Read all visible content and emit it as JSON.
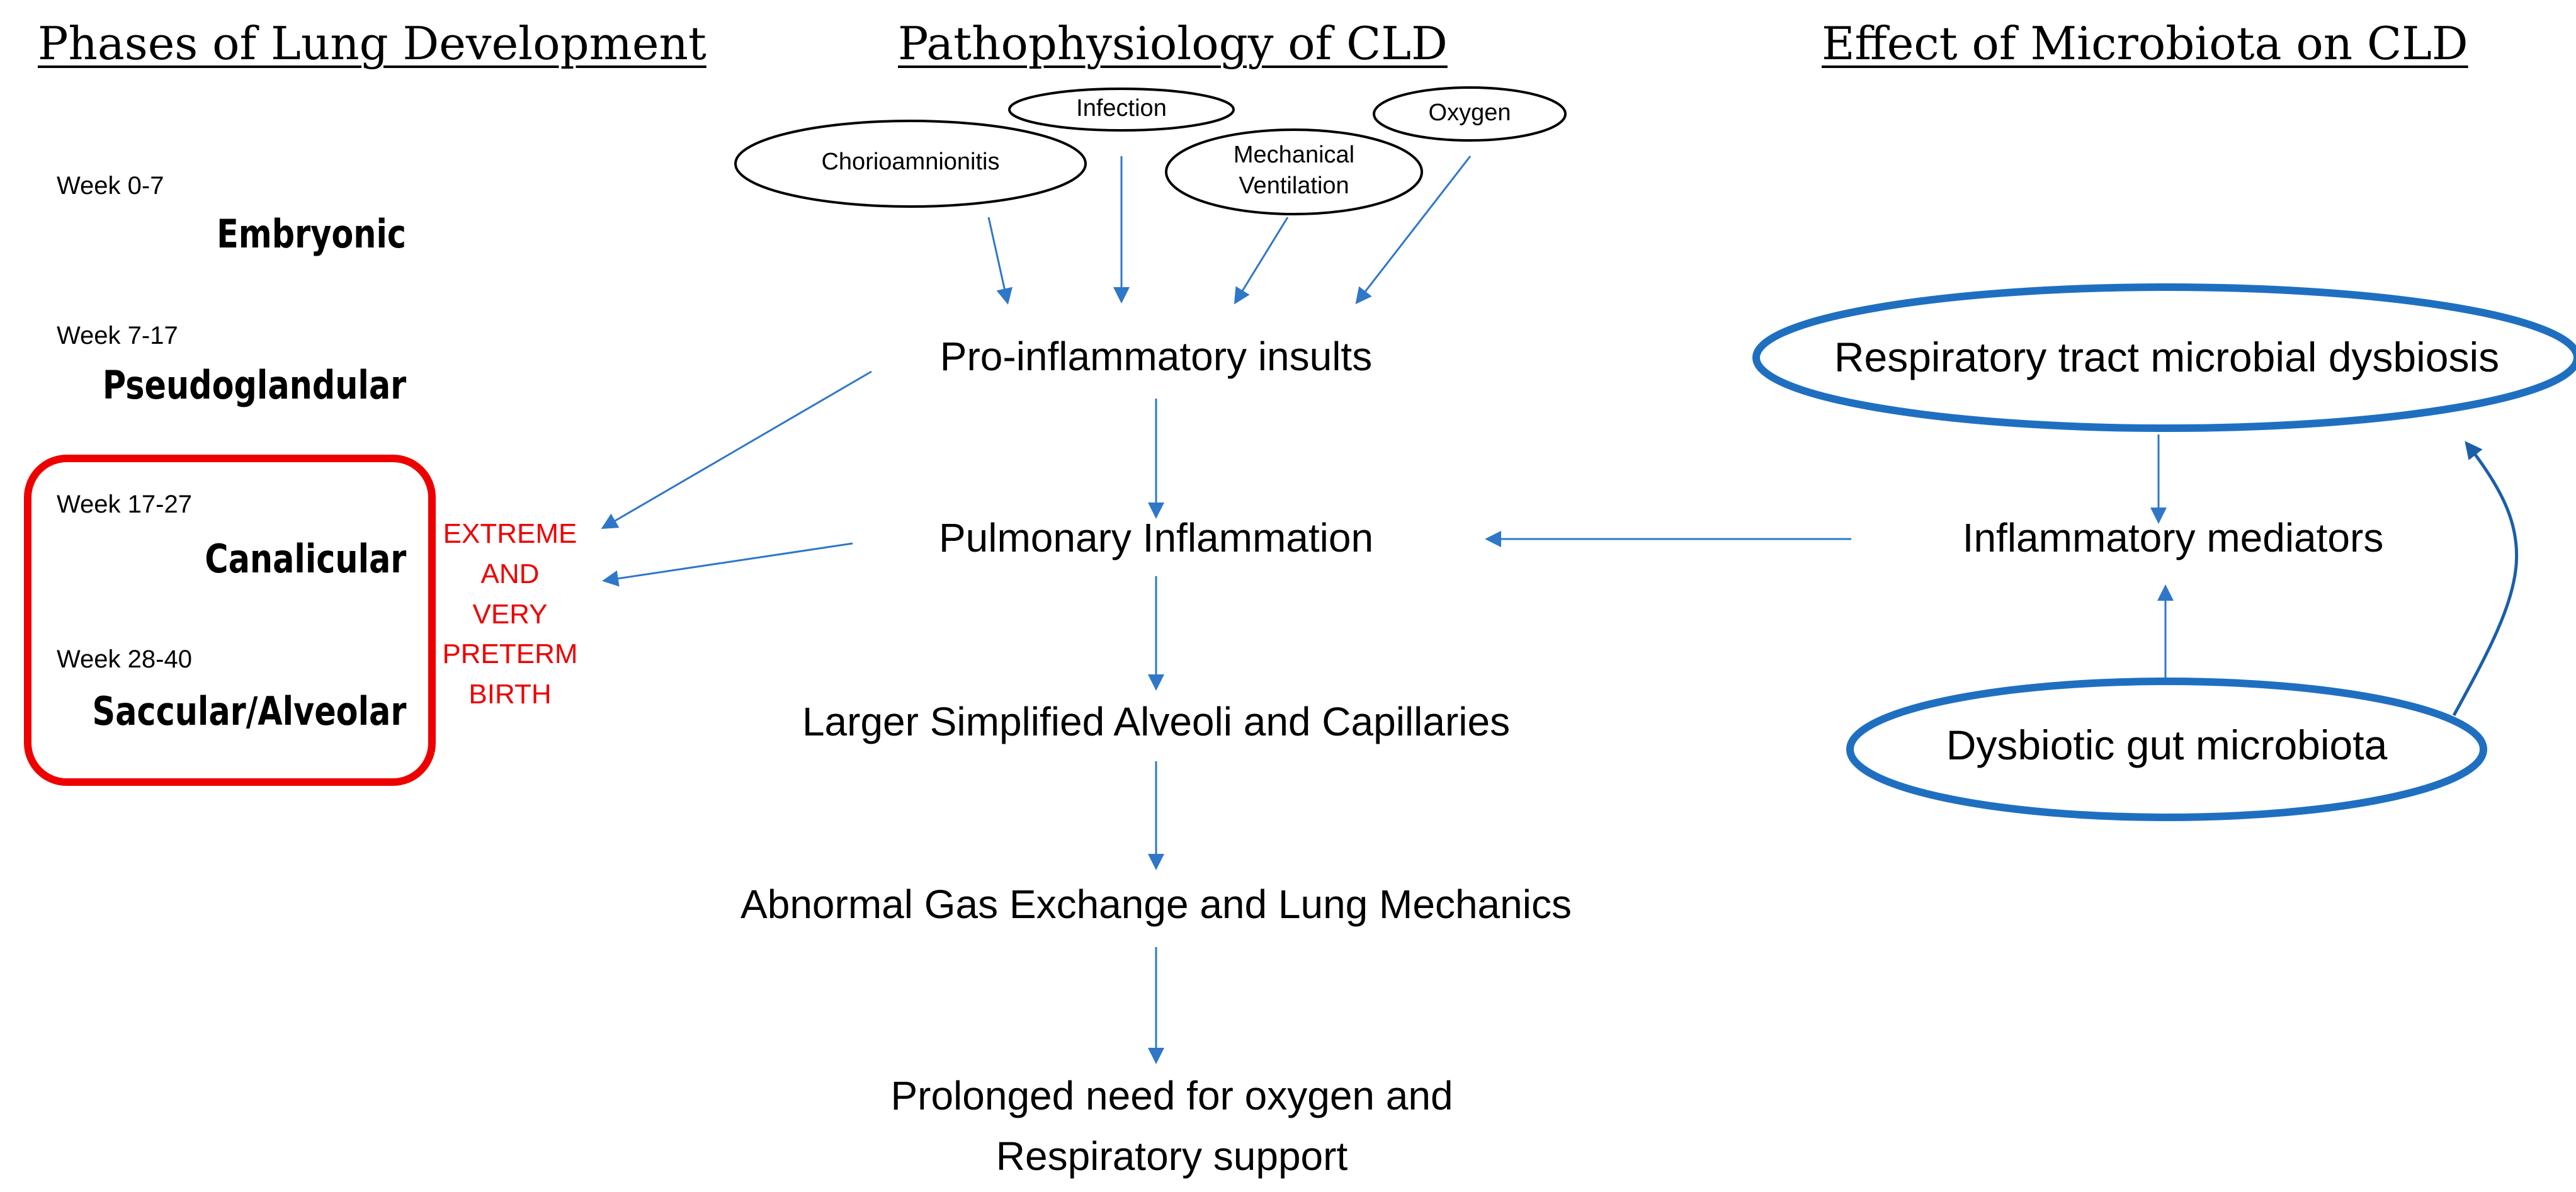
{
  "colors": {
    "arrow": "#2f77c9",
    "oval_blue": "#1f6fc1",
    "red_box": "#ee0000",
    "text": "#000000"
  },
  "headers": {
    "phases": "Phases of Lung Development",
    "pathophysiology": "Pathophysiology of CLD",
    "microbiota": "Effect of Microbiota on CLD"
  },
  "phases": [
    {
      "weeks": "Week 0-7",
      "name": "Embryonic"
    },
    {
      "weeks": "Week 7-17",
      "name": "Pseudoglandular"
    },
    {
      "weeks": "Week  17-27",
      "name": "Canalicular"
    },
    {
      "weeks": "Week 28-40",
      "name": "Saccular/Alveolar"
    }
  ],
  "preterm_label": [
    "EXTREME",
    "AND",
    "VERY",
    "PRETERM",
    "BIRTH"
  ],
  "insults": {
    "chorioamnionitis": "Chorioamnionitis",
    "infection": "Infection",
    "mechanical_ventilation": [
      "Mechanical",
      "Ventilation"
    ],
    "oxygen": "Oxygen"
  },
  "flow": {
    "pro_inflammatory": "Pro-inflammatory insults",
    "pulmonary_inflammation": "Pulmonary Inflammation",
    "larger_alveoli": "Larger Simplified Alveoli and Capillaries",
    "abnormal_gas": "Abnormal Gas Exchange and Lung Mechanics",
    "prolonged_need": [
      "Prolonged need for oxygen and",
      "Respiratory support"
    ]
  },
  "microbiota": {
    "respiratory_dysbiosis": "Respiratory tract microbial dysbiosis",
    "inflammatory_mediators": "Inflammatory mediators",
    "gut_dysbiosis": "Dysbiotic gut microbiota"
  }
}
